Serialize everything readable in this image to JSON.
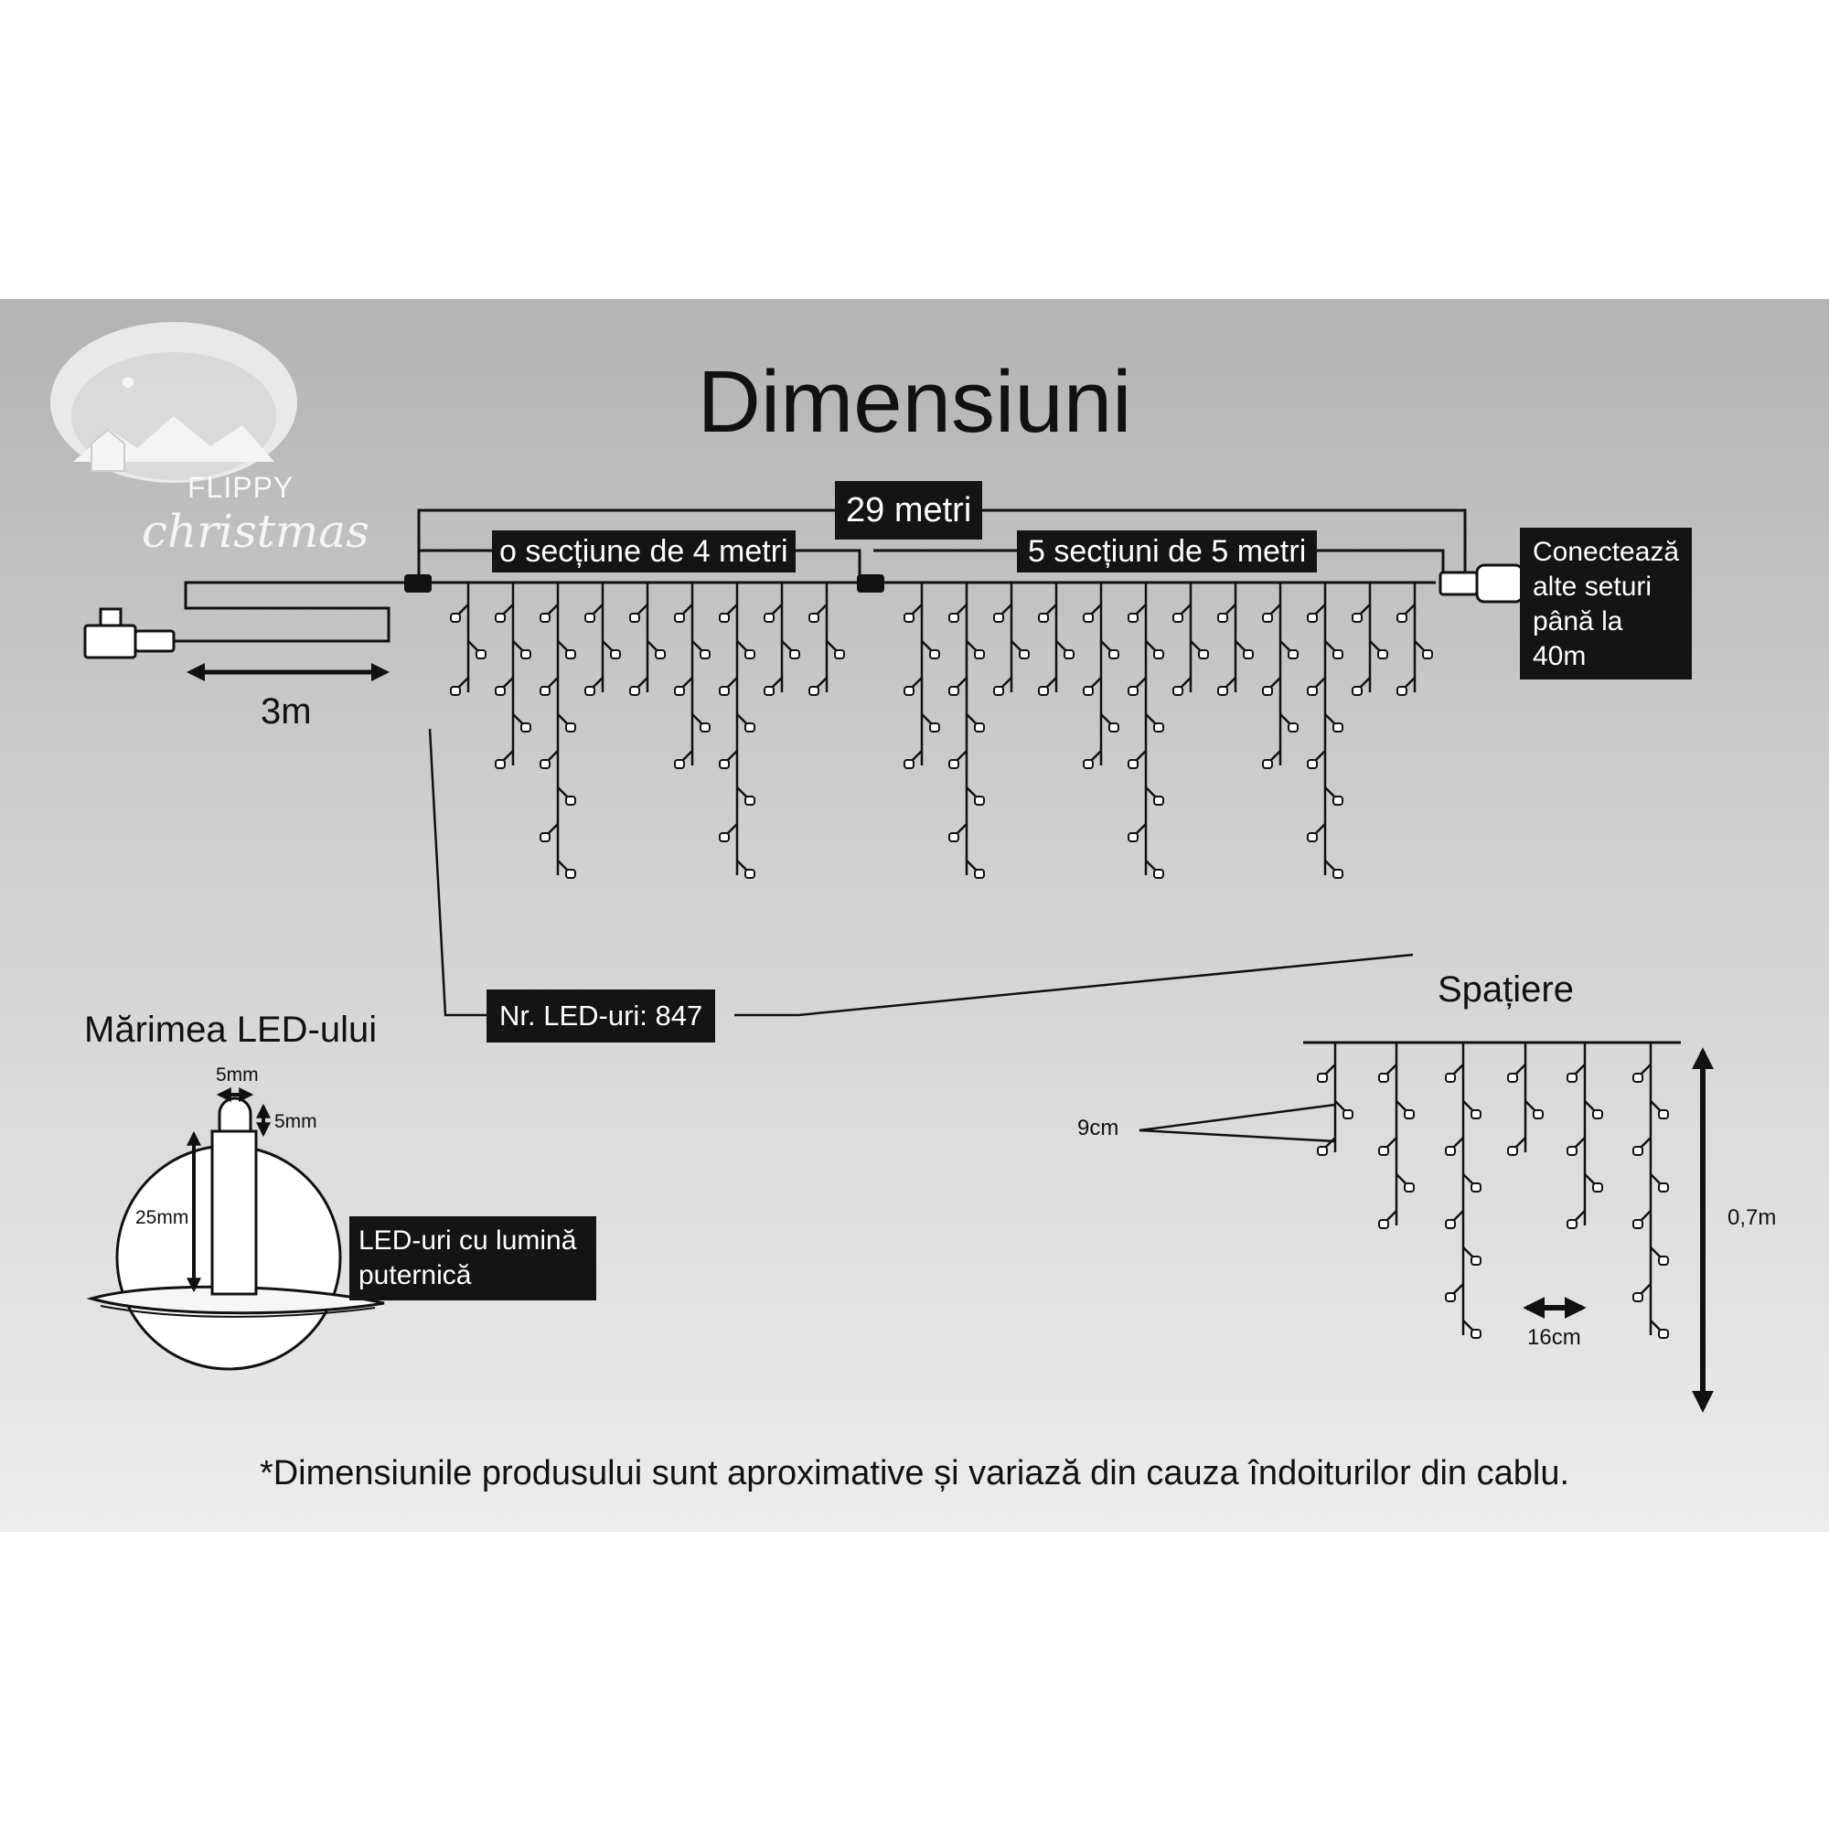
{
  "title": "Dimensiuni",
  "brand": {
    "line1": "FLIPPY",
    "line2": "christmas"
  },
  "length": {
    "total": "29 metri",
    "section_a": "o secțiune de 4 metri",
    "section_b": "5 secțiuni de 5 metri",
    "connect_note": "Conectează alte seturi până la 40m",
    "power_cable": "3m"
  },
  "led_count": "Nr. LED-uri: 847",
  "led_size": {
    "title": "Mărimea LED-ului",
    "width": "5mm",
    "height": "5mm",
    "total_height": "25mm",
    "note": "LED-uri cu lumină puternică"
  },
  "spacing": {
    "title": "Spațiere",
    "vertical": "9cm",
    "horizontal": "16cm",
    "drop": "0,7m"
  },
  "disclaimer": "*Dimensiunile produsului sunt aproximative și variază din cauza îndoiturilor din cablu.",
  "colors": {
    "panel_top": "#b3b3b3",
    "panel_bottom": "#ececec",
    "label_bg": "#141414",
    "ink": "#111111"
  }
}
